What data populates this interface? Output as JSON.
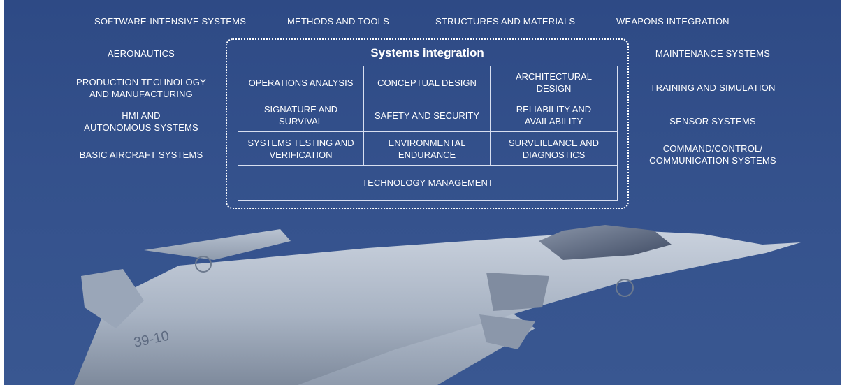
{
  "top_labels": [
    "SOFTWARE-INTENSIVE SYSTEMS",
    "METHODS AND TOOLS",
    "STRUCTURES AND MATERIALS",
    "WEAPONS INTEGRATION"
  ],
  "left_labels": [
    "AERONAUTICS",
    "PRODUCTION TECHNOLOGY\nAND MANUFACTURING",
    "HMI AND\nAUTONOMOUS SYSTEMS",
    "BASIC AIRCRAFT SYSTEMS"
  ],
  "right_labels": [
    "MAINTENANCE SYSTEMS",
    "TRAINING AND SIMULATION",
    "SENSOR SYSTEMS",
    "COMMAND/CONTROL/\nCOMMUNICATION SYSTEMS"
  ],
  "center": {
    "title": "Systems integration",
    "cells": [
      "OPERATIONS ANALYSIS",
      "CONCEPTUAL DESIGN",
      "ARCHITECTURAL\nDESIGN",
      "SIGNATURE AND\nSURVIVAL",
      "SAFETY AND SECURITY",
      "RELIABILITY AND\nAVAILABILITY",
      "SYSTEMS TESTING AND\nVERIFICATION",
      "ENVIRONMENTAL\nENDURANCE",
      "SURVEILLANCE AND\nDIAGNOSTICS",
      "TECHNOLOGY MANAGEMENT"
    ]
  },
  "aircraft": {
    "tail_number": "39-10"
  },
  "colors": {
    "background": "#34518c",
    "text": "#ffffff",
    "aircraft": "#a9b4c4"
  }
}
